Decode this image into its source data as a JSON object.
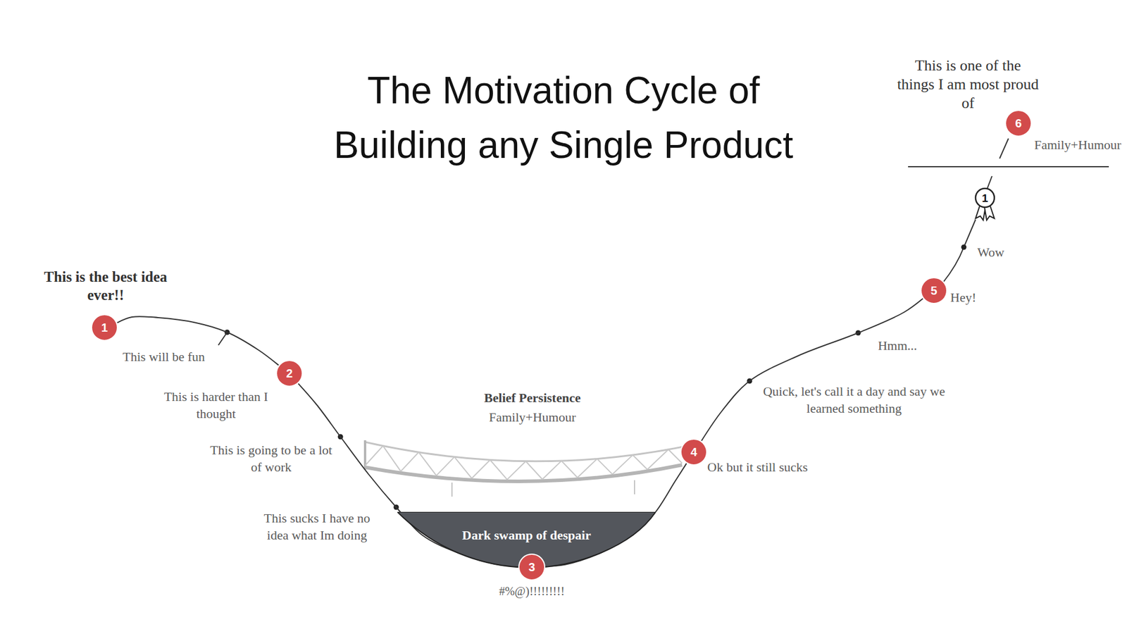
{
  "diagram": {
    "title": "The Motivation Cycle of Building any Single Product",
    "nodes": [
      {
        "text": [
          "1"
        ]
      },
      {
        "text": [
          "2"
        ]
      },
      {
        "text": [
          "3"
        ]
      },
      {
        "text": [
          "4"
        ]
      },
      {
        "text": [
          "5"
        ]
      },
      {
        "text": [
          "6"
        ]
      },
      {
        "text": [
          "Dark swamp of despair"
        ]
      }
    ],
    "edges": [
      {
        "from": 0,
        "to": 1,
        "arrow": "none"
      },
      {
        "from": 1,
        "to": 2,
        "arrow": "none"
      },
      {
        "from": 2,
        "to": 3,
        "arrow": "none"
      },
      {
        "from": 3,
        "to": 4,
        "arrow": "none"
      }
    ],
    "labels": [
      "This is the best idea ever!!",
      "This will be fun",
      "This is harder than I thought",
      "This is going to be a lot of work",
      "This sucks I have no idea what Im doing",
      "#%@)!!!!!!!!!",
      "Belief Persistence",
      "Family+Humour",
      "Ok but it still sucks",
      "Quick, let's call it a day and say we learned something",
      "Hmm...",
      "Hey!",
      "Wow",
      "This is one of the things I am most proud of",
      "Family+Humour",
      "1"
    ]
  }
}
